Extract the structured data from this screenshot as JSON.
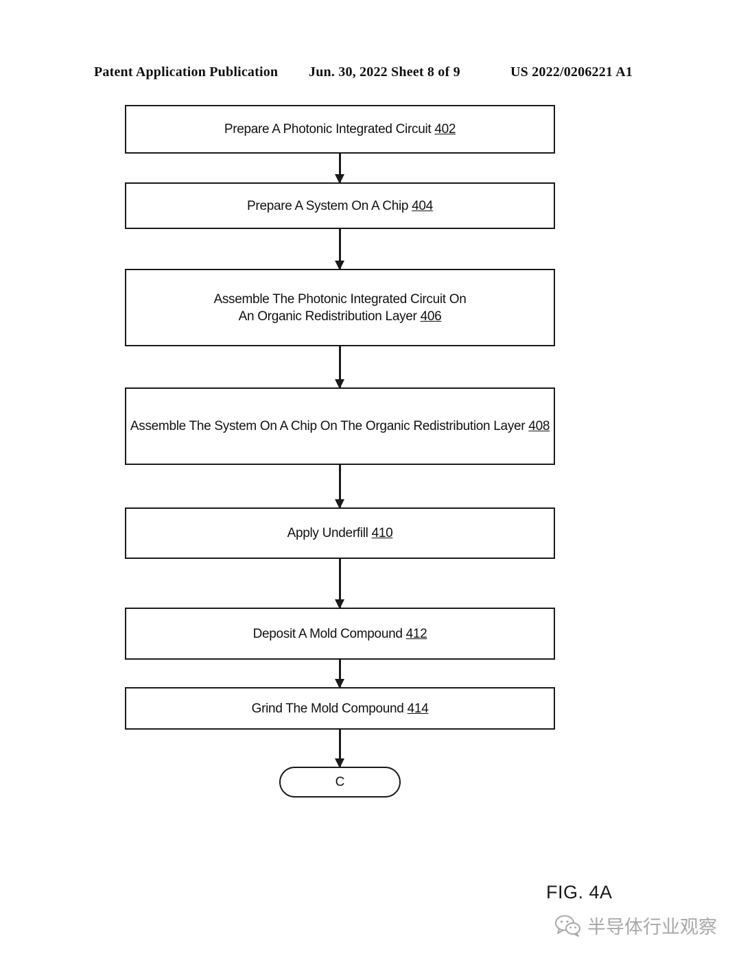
{
  "header": {
    "left": "Patent Application Publication",
    "middle": "Jun. 30, 2022  Sheet 8 of 9",
    "right": "US 2022/0206221 A1"
  },
  "steps": [
    {
      "lines": [
        "Prepare A Photonic Integrated Circuit"
      ],
      "ref": "402"
    },
    {
      "lines": [
        "Prepare A System On A Chip"
      ],
      "ref": "404"
    },
    {
      "lines": [
        "Assemble The Photonic Integrated Circuit On",
        "An Organic Redistribution Layer"
      ],
      "ref": "406"
    },
    {
      "lines": [
        "Assemble The System On A Chip On The Organic Redistribution Layer"
      ],
      "ref": "408"
    },
    {
      "lines": [
        "Apply Underfill"
      ],
      "ref": "410"
    },
    {
      "lines": [
        "Deposit A Mold Compound"
      ],
      "ref": "412"
    },
    {
      "lines": [
        "Grind The Mold Compound"
      ],
      "ref": "414"
    }
  ],
  "terminal": {
    "label": "C"
  },
  "figure_label": "FIG. 4A",
  "watermark": {
    "text": "半导体行业观察",
    "icon": "wechat-icon"
  },
  "colors": {
    "ink": "#111111",
    "watermark": "#a8a8a8"
  }
}
